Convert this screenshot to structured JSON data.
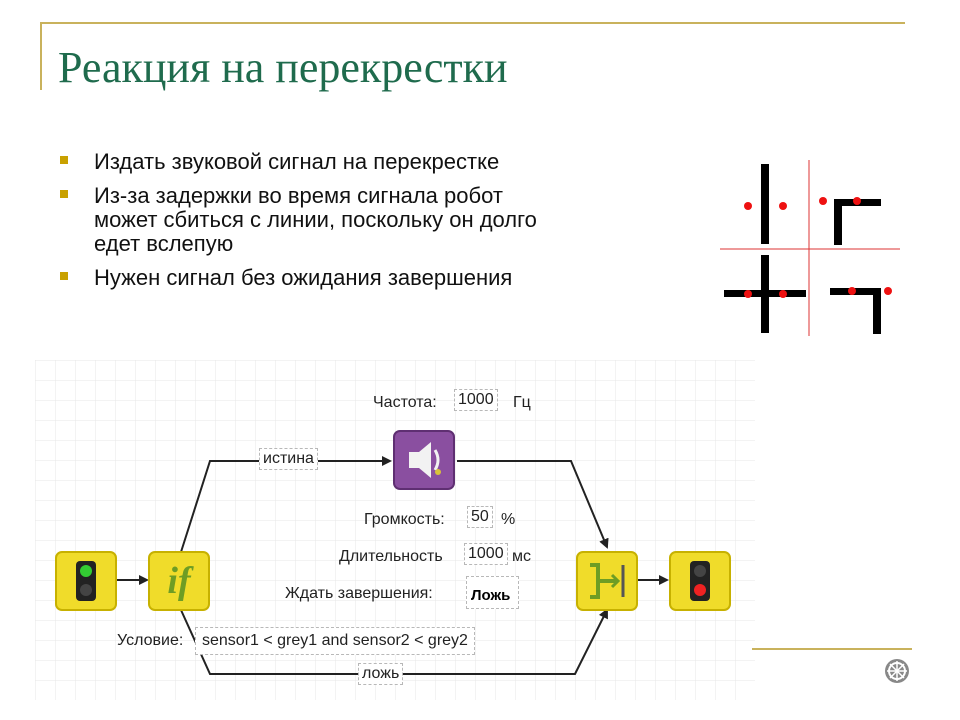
{
  "slide": {
    "title": "Реакция на перекрестки",
    "bullets": [
      "Издать звуковой сигнал на перекрестке",
      "Из-за задержки во время сигнала робот может сбиться с линии, поскольку он долго едет вслепую",
      "Нужен сигнал без ожидания завершения"
    ]
  },
  "program": {
    "frequency_label": "Частота:",
    "frequency_value": "1000",
    "frequency_unit": "Гц",
    "true_label": "истина",
    "false_label": "ложь",
    "volume_label": "Громкость:",
    "volume_value": "50",
    "volume_unit": "%",
    "duration_label": "Длительность",
    "duration_value": "1000",
    "duration_unit": "мс",
    "wait_label": "Ждать завершения:",
    "wait_value": "Ложь",
    "condition_label": "Условие:",
    "condition_value": "sensor1 < grey1 and sensor2 < grey2",
    "if_text": "if"
  },
  "colors": {
    "title": "#1f6b4d",
    "accent_line": "#c9b25c",
    "bullet": "#c9a100",
    "block_yellow": "#f0dc2a",
    "sound_block": "#8a4fa0"
  },
  "icons": [
    "traffic-light-green-icon",
    "if-icon",
    "speaker-icon",
    "merge-icon",
    "traffic-light-red-icon",
    "logo-icon"
  ]
}
